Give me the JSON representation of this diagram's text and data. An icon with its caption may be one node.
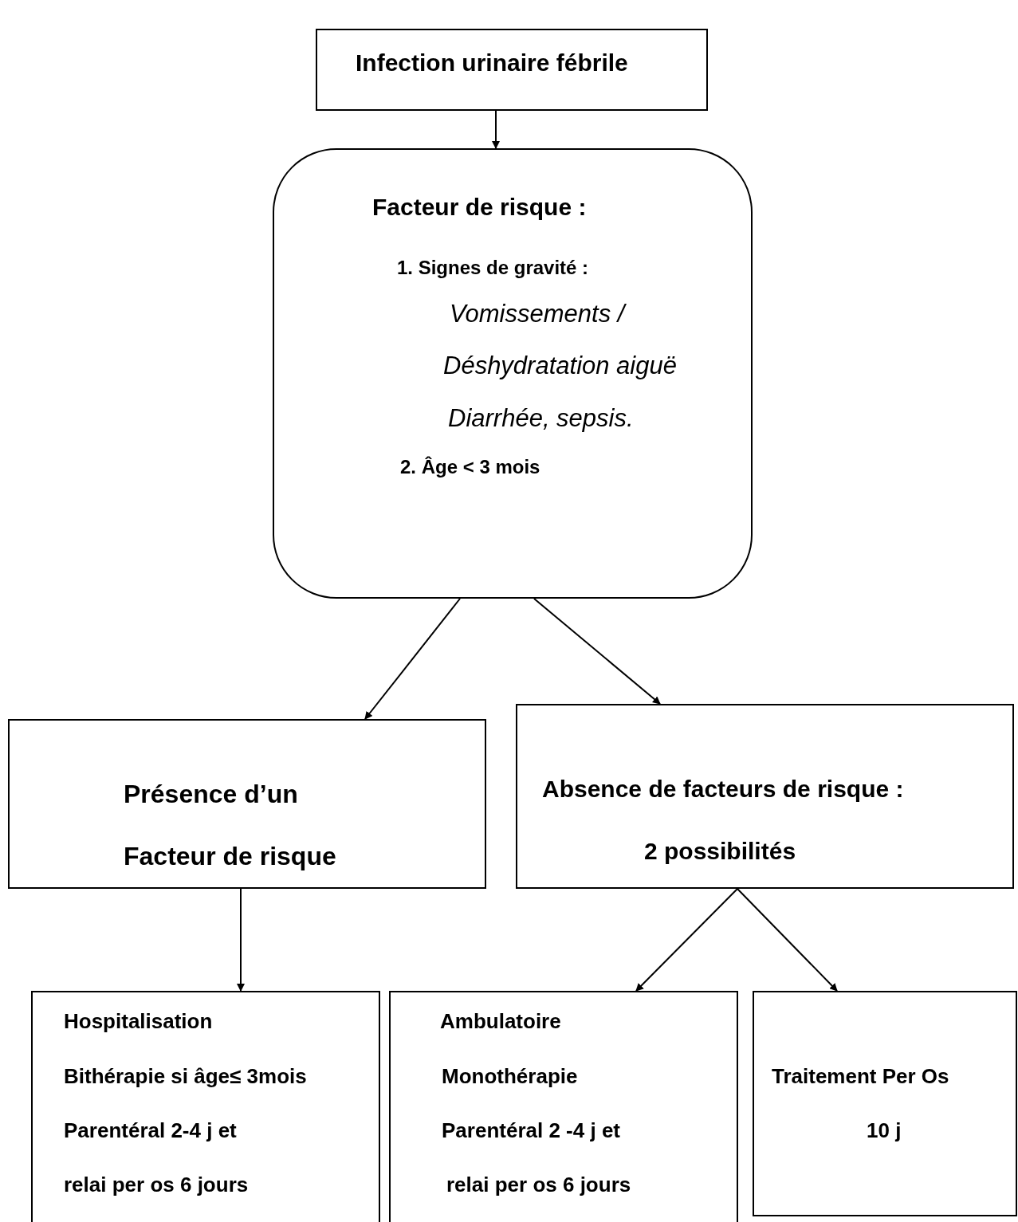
{
  "diagram": {
    "nodes": [
      {
        "text": [
          "Infection urinaire fébrile"
        ]
      },
      {
        "text": [
          "Facteur de risque :",
          "1. Signes de gravité :",
          "Vomissements /",
          "Déshydratation aiguë",
          "Diarrhée, sepsis.",
          "2. Âge < 3 mois"
        ]
      },
      {
        "text": [
          "Présence d’un Facteur de risque"
        ]
      },
      {
        "text": [
          "Absence de facteurs de risque :",
          "2 possibilités"
        ]
      },
      {
        "text": [
          "Hospitalisation",
          "Bithérapie si âge≤ 3mois",
          "Parentéral 2-4 j et",
          "relai per os 6 jours"
        ]
      },
      {
        "text": [
          "Ambulatoire",
          "Monothérapie",
          "Parentéral 2 -4 j et",
          "relai per os 6 jours"
        ]
      },
      {
        "text": [
          "Traitement Per Os",
          "10 j"
        ]
      }
    ],
    "edges": [
      {
        "from": 0,
        "to": 1,
        "arrow": "to"
      },
      {
        "from": 1,
        "to": 2,
        "arrow": "to"
      },
      {
        "from": 1,
        "to": 3,
        "arrow": "to"
      },
      {
        "from": 2,
        "to": 4,
        "arrow": "to"
      },
      {
        "from": 3,
        "to": 5,
        "arrow": "to"
      },
      {
        "from": 3,
        "to": 6,
        "arrow": "to"
      }
    ]
  }
}
